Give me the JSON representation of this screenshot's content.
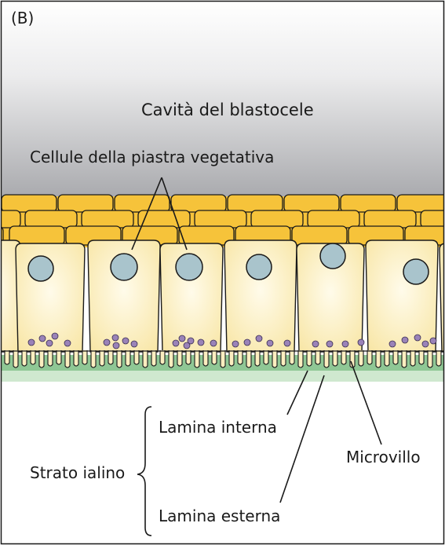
{
  "panel_letter": "(B)",
  "labels": {
    "blastocoel": "Cavità del blastocele",
    "vegetal_plate_cells": "Cellule della piastra vegetativa",
    "hyaline_layer": "Strato ialino",
    "inner_lamina": "Lamina interna",
    "outer_lamina": "Lamina esterna",
    "microvillus": "Microvillo"
  },
  "colors": {
    "blastocoel_top": "#ffffff",
    "blastocoel_bottom": "#9fa0a4",
    "cell_layer_yellow": "#f6c33a",
    "cell_body": "#fdf3cf",
    "nucleus": "#a9c4cc",
    "granule": "#9a83b8",
    "inner_lamina": "#8fc795",
    "outer_lamina": "#cfe8cf",
    "outline": "#1a1a1a"
  },
  "icons": [
    "nucleus-icon",
    "granule-icon",
    "microvillus-icon",
    "brace-icon"
  ]
}
